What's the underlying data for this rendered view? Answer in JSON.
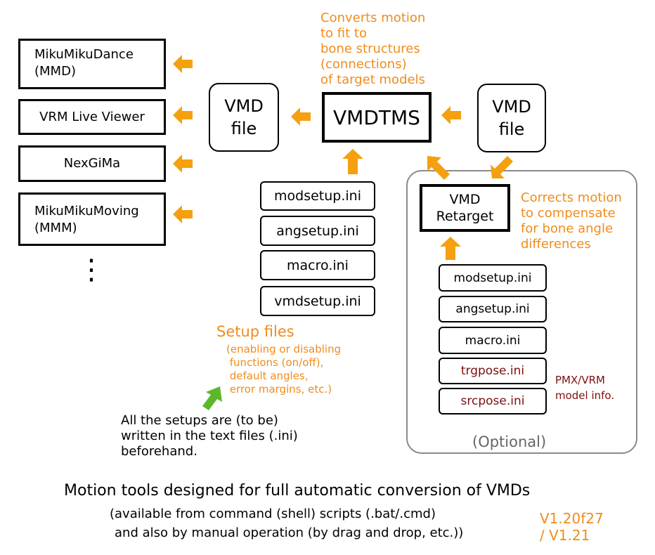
{
  "targets": [
    {
      "label": "MikuMikuDance\n(MMD)"
    },
    {
      "label": "VRM Live Viewer"
    },
    {
      "label": "NexGiMa"
    },
    {
      "label": "MikuMikuMoving\n(MMM)"
    }
  ],
  "ellipsis": "⋮",
  "vmd_output": {
    "label": "VMD\nfile"
  },
  "vmdtms": {
    "label": "VMDTMS"
  },
  "vmd_input": {
    "label": "VMD\nfile"
  },
  "vmdtms_note": "Converts motion\nto fit to\nbone structures\n(connections)\nof target models",
  "main_ini_files": [
    "modsetup.ini",
    "angsetup.ini",
    "macro.ini",
    "vmdsetup.ini"
  ],
  "setup_title": "Setup files",
  "setup_desc": "(enabling or disabling\n functions (on/off),\n default angles,\n error margins, etc.)",
  "text_note": "All the setups are (to be)\nwritten in the text files (.ini)\nbeforehand.",
  "retarget": {
    "label": "VMD\nRetarget"
  },
  "retarget_note": "Corrects motion\nto compensate\nfor bone angle\ndifferences",
  "retarget_ini_files": [
    "modsetup.ini",
    "angsetup.ini",
    "macro.ini"
  ],
  "pose_ini_files": [
    "trgpose.ini",
    "srcpose.ini"
  ],
  "model_info": "PMX/VRM\nmodel info.",
  "optional_label": "(Optional)",
  "footer": {
    "title": "Motion tools designed for full automatic conversion of VMDs",
    "sub1": "(available from command (shell) scripts (.bat/.cmd)",
    "sub2": "and also by manual operation (by drag and drop, etc.))",
    "version": "V1.20f27\n/ V1.21"
  },
  "colors": {
    "accent": "#f08c1c",
    "green": "#5cb82a",
    "dark_red": "#7a1010"
  }
}
